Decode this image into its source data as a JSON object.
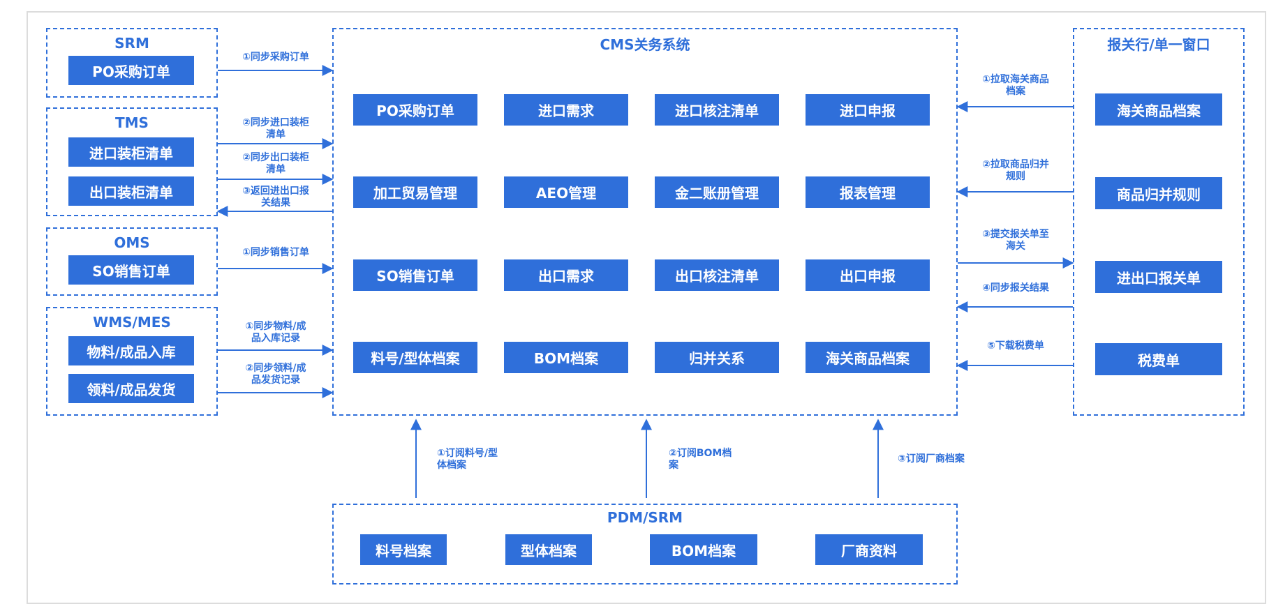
{
  "colors": {
    "primary": "#2f6fda",
    "box_text": "#ffffff",
    "frame": "#dcdcdc"
  },
  "srm": {
    "title": "SRM",
    "items": [
      "PO采购订单"
    ]
  },
  "tms": {
    "title": "TMS",
    "items": [
      "进口装柜清单",
      "出口装柜清单"
    ]
  },
  "oms": {
    "title": "OMS",
    "items": [
      "SO销售订单"
    ]
  },
  "wms": {
    "title": "WMS/MES",
    "items": [
      "物料/成品入库",
      "领料/成品发货"
    ]
  },
  "cms": {
    "title": "CMS关务系统",
    "modules": [
      [
        "PO采购订单",
        "进口需求",
        "进口核注清单",
        "进口申报"
      ],
      [
        "加工贸易管理",
        "AEO管理",
        "金二账册管理",
        "报表管理"
      ],
      [
        "SO销售订单",
        "出口需求",
        "出口核注清单",
        "出口申报"
      ],
      [
        "料号/型体档案",
        "BOM档案",
        "归并关系",
        "海关商品档案"
      ]
    ]
  },
  "customs": {
    "title": "报关行/单一窗口",
    "items": [
      "海关商品档案",
      "商品归并规则",
      "进出口报关单",
      "税费单"
    ]
  },
  "pdm": {
    "title": "PDM/SRM",
    "items": [
      "料号档案",
      "型体档案",
      "BOM档案",
      "厂商资料"
    ]
  },
  "left_flows": {
    "srm": [
      "①同步采购订单"
    ],
    "tms": [
      "②同步进口装柜\n清单",
      "②同步出口装柜\n清单",
      "③返回进出口报\n关结果"
    ],
    "oms": [
      "①同步销售订单"
    ],
    "wms": [
      "①同步物料/成\n品入库记录",
      "②同步领料/成\n品发货记录"
    ]
  },
  "right_flows": [
    "①拉取海关商品\n档案",
    "②拉取商品归并\n规则",
    "③提交报关单至\n海关",
    "④同步报关结果",
    "⑤下载税费单"
  ],
  "bottom_flows": [
    "①订阅料号/型\n体档案",
    "②订阅BOM档\n案",
    "③订阅厂商档案"
  ]
}
